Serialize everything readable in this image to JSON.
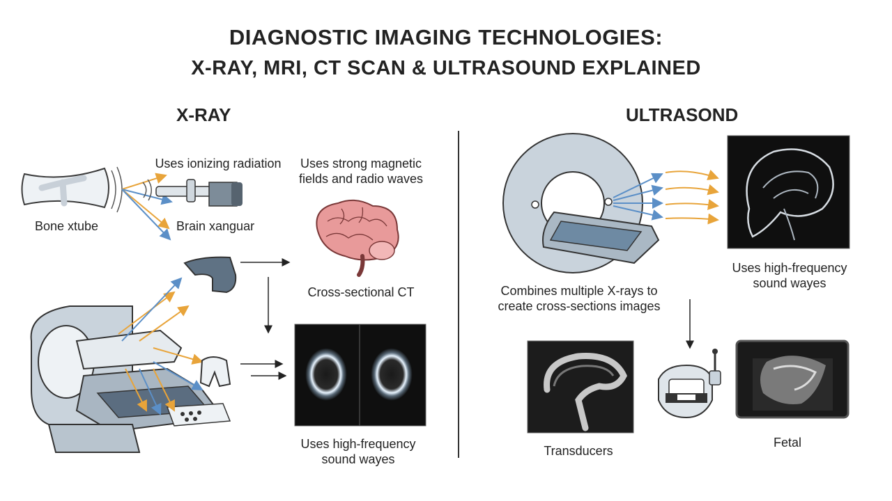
{
  "title": {
    "line1": "DIAGNOSTIC IMAGING TECHNOLOGIES:",
    "line2": "X-RAY, MRI, CT SCAN & ULTRASOUND EXPLAINED"
  },
  "left": {
    "heading": "X-RAY",
    "labels": {
      "ionizing": "Uses ionizing radiation",
      "magnetic": "Uses strong magnetic fields and radio waves",
      "bone": "Bone xtube",
      "brain": "Brain xanguar",
      "ct": "Cross-sectional CT",
      "sound": "Uses high-frequency sound wayes"
    }
  },
  "right": {
    "heading": "ULTRASOND",
    "labels": {
      "combines": "Combines multiple X-rays to create cross-sections images",
      "sound": "Uses high-frequency sound wayes",
      "transducers": "Transducers",
      "fetal": "Fetal"
    }
  },
  "colors": {
    "ray_orange": "#e8a43a",
    "ray_blue": "#5b8fc7",
    "device_gray": "#c9d3dc",
    "scan_dark": "#0f0f0f",
    "brain_pink": "#e89a9a"
  }
}
